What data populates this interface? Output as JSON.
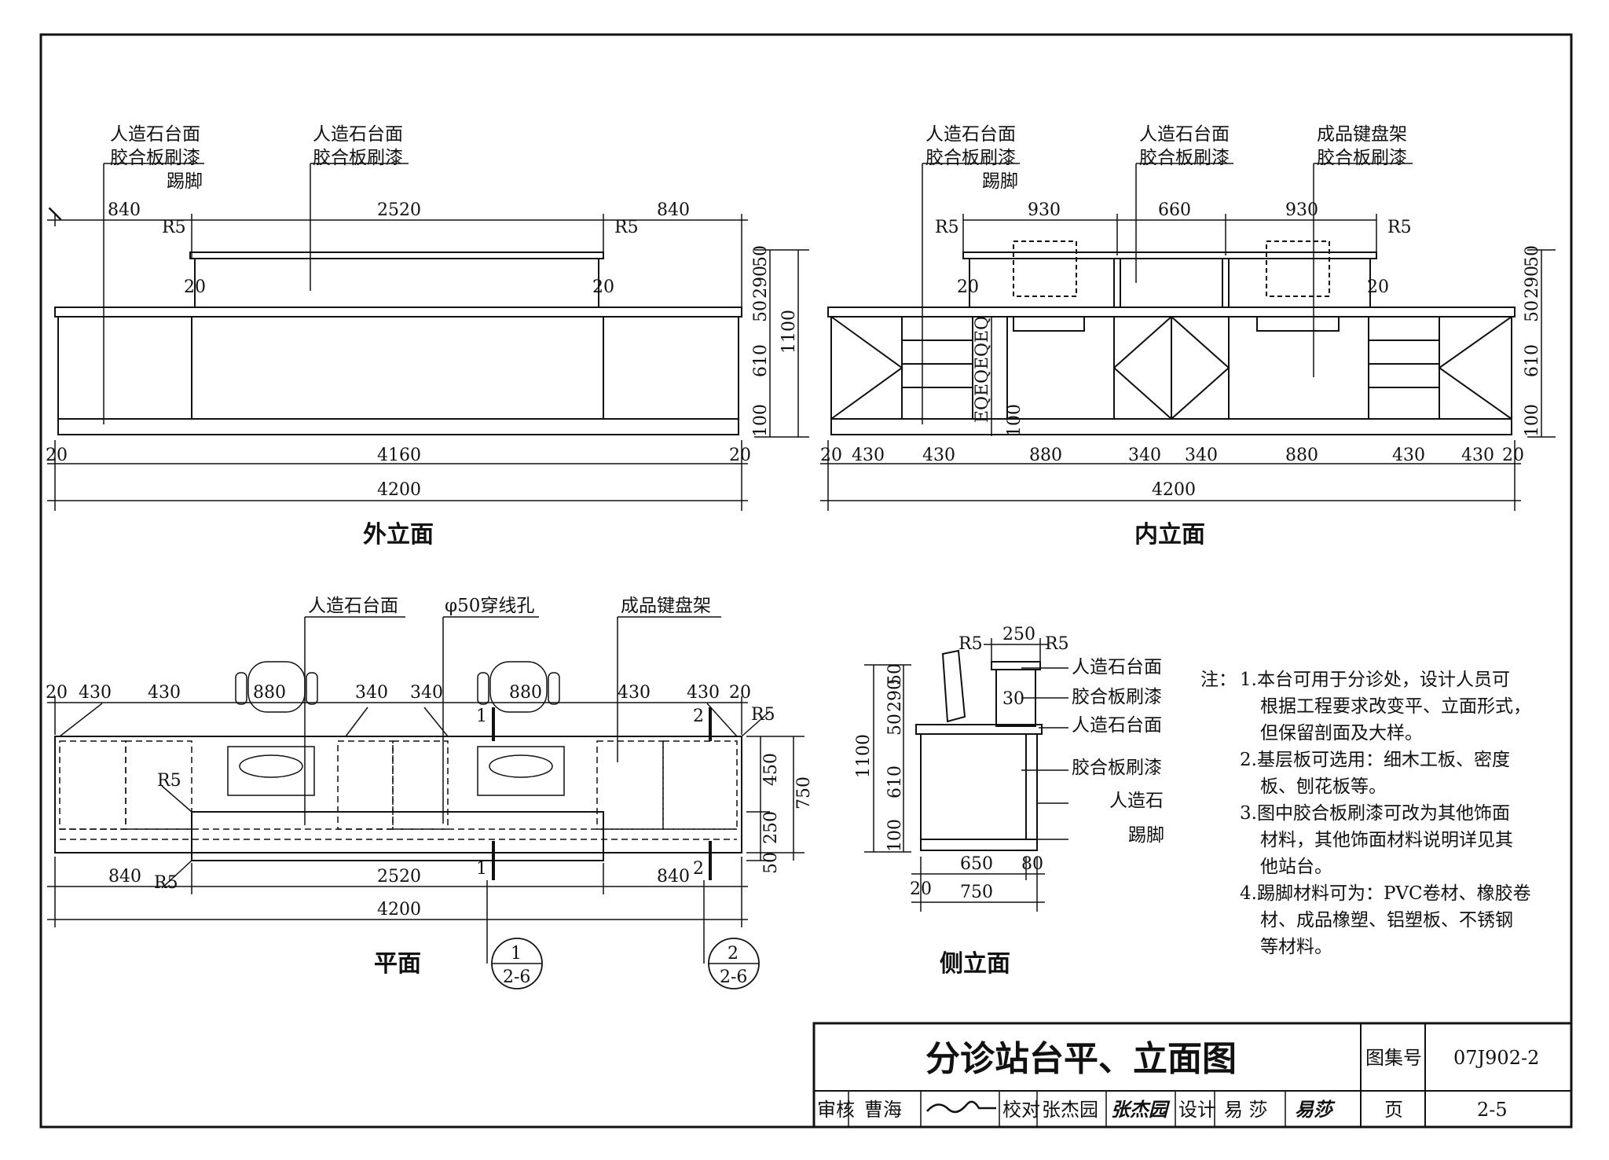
{
  "outer_elevation": {
    "caption": "外立面",
    "leaders": {
      "left": [
        "人造石台面",
        "胶合板刷漆",
        "踢脚"
      ],
      "center": [
        "人造石台面",
        "胶合板刷漆"
      ]
    },
    "top_dims": [
      "840",
      "2520",
      "840"
    ],
    "radius_left": "R5",
    "radius_right": "R5",
    "step_left": "20",
    "step_right": "20",
    "bottom_dims": {
      "left": "20",
      "mid": "4160",
      "right": "20"
    },
    "overall": "4200",
    "height_dims": [
      "50",
      "290",
      "50",
      "610",
      "100"
    ],
    "height_total": "1100"
  },
  "inner_elevation": {
    "caption": "内立面",
    "leaders": {
      "left": [
        "人造石台面",
        "胶合板刷漆",
        "踢脚"
      ],
      "center": [
        "人造石台面",
        "胶合板刷漆"
      ],
      "right": [
        "成品键盘架",
        "胶合板刷漆"
      ]
    },
    "top_dims": [
      "930",
      "660",
      "930"
    ],
    "radius_left": "R5",
    "radius_right": "R5",
    "step_left": "20",
    "step_right": "20",
    "eq_dims": [
      "EQ",
      "EQ",
      "EQ",
      "EQ"
    ],
    "eq_base": "100",
    "bottom_dims": [
      "20",
      "430",
      "430",
      "880",
      "340",
      "340",
      "880",
      "430",
      "430",
      "20"
    ],
    "overall": "4200",
    "height_dims": [
      "50",
      "290",
      "50",
      "610",
      "100"
    ]
  },
  "plan": {
    "caption": "平面",
    "leaders": [
      "人造石台面",
      "φ50穿线孔",
      "成品键盘架"
    ],
    "top_dims": [
      "20",
      "430",
      "430",
      "880",
      "340",
      "340",
      "880",
      "430",
      "430",
      "20"
    ],
    "radius_marks": [
      "R5",
      "R5",
      "R5"
    ],
    "depth_dims": [
      "450",
      "250",
      "50"
    ],
    "depth_total": "750",
    "bottom_dims": [
      "840",
      "2520",
      "840"
    ],
    "overall": "4200",
    "section_cuts": [
      "1",
      "1",
      "2",
      "2"
    ],
    "detail_refs": [
      {
        "num": "1",
        "sheet": "2-6"
      },
      {
        "num": "2",
        "sheet": "2-6"
      }
    ]
  },
  "side_elevation": {
    "caption": "侧立面",
    "top_dim": "250",
    "radius_marks": [
      "R5",
      "R5"
    ],
    "step": "30",
    "labels": [
      "人造石台面",
      "胶合板刷漆",
      "人造石台面",
      "胶合板刷漆",
      "人造石",
      "踢脚"
    ],
    "height_dims": [
      "50",
      "290",
      "50",
      "610",
      "100"
    ],
    "height_total": "1100",
    "bottom_dims": [
      "650",
      "80"
    ],
    "bottom_small": "20",
    "overall": "750"
  },
  "notes": {
    "heading": "注：",
    "lines": [
      "1.本台可用于分诊处，设计人员可",
      "根据工程要求改变平、立面形式，",
      "但保留剖面及大样。",
      "2.基层板可选用：细木工板、密度",
      "板、刨花板等。",
      "3.图中胶合板刷漆可改为其他饰面",
      "材料，其他饰面材料说明详见其",
      "他站台。",
      "4.踢脚材料可为：PVC卷材、橡胶卷",
      "材、成品橡塑、铝塑板、不锈钢",
      "等材料。"
    ]
  },
  "title_block": {
    "title": "分诊站台平、立面图",
    "atlas_label": "图集号",
    "atlas_no": "07J902-2",
    "review_label": "审核",
    "reviewer": "曹海",
    "check_label": "校对",
    "checker": "张杰园",
    "checker_sig": "张杰园",
    "design_label": "设计",
    "designer": "易 莎",
    "designer_sig": "易莎",
    "page_label": "页",
    "page_no": "2-5"
  }
}
